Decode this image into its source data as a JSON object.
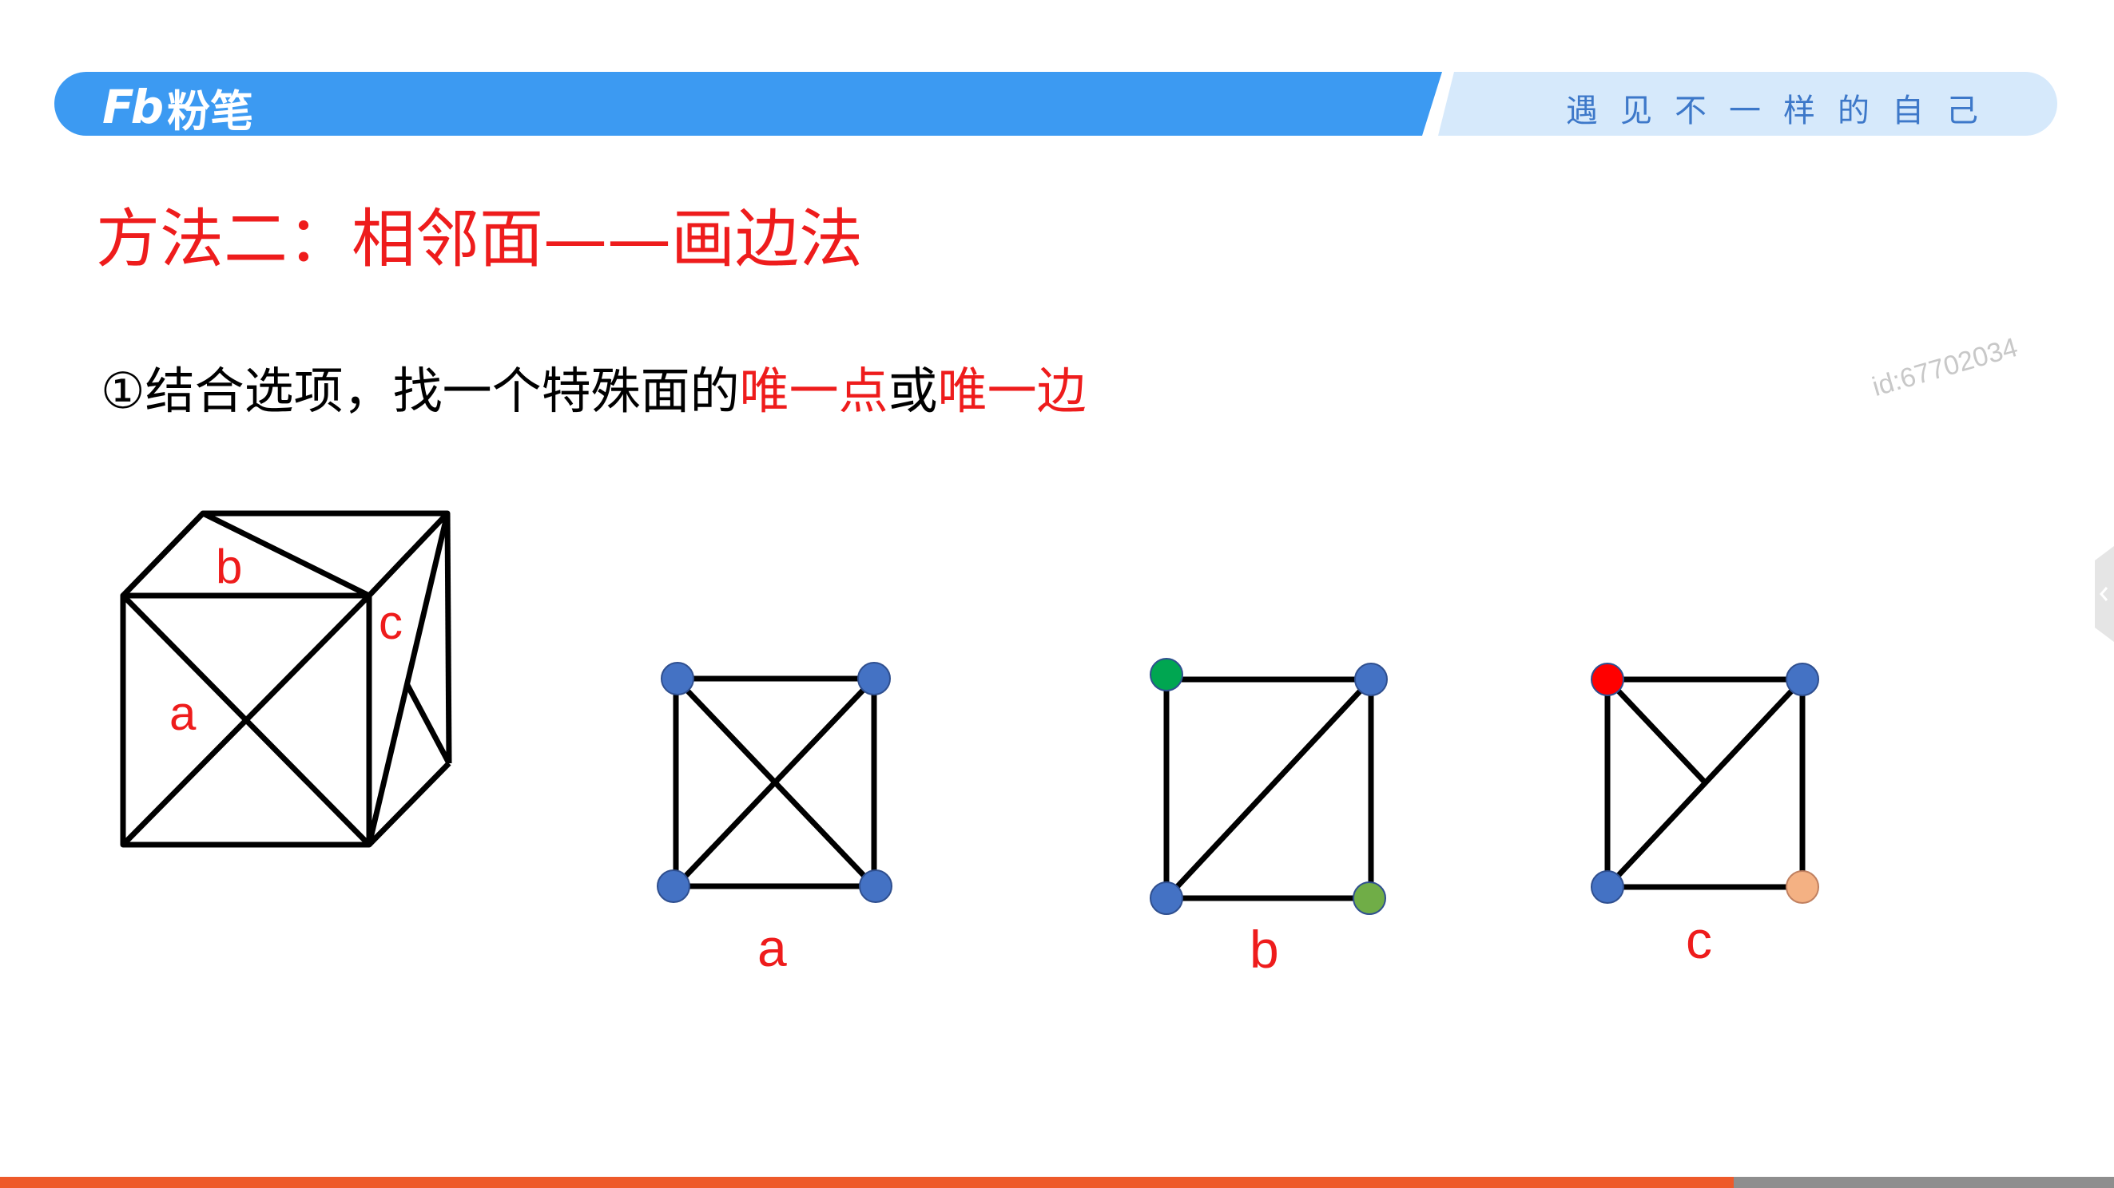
{
  "header": {
    "brand_logo": "Fb",
    "brand_name": "粉笔",
    "slogan": "遇见不一样的自己",
    "colors": {
      "primary": "#3c9af2",
      "secondary": "#d6e9fb"
    }
  },
  "title": "方法二：相邻面——画边法",
  "instruction": {
    "prefix": "①结合选项，找一个特殊面的",
    "highlight1": "唯一点",
    "middle": "或",
    "highlight2": "唯一边"
  },
  "watermark": "id:67702034",
  "cube": {
    "face_labels": [
      "a",
      "b",
      "c"
    ]
  },
  "options": [
    {
      "caption": "a",
      "vertex_colors": [
        "#4472c4",
        "#4472c4",
        "#4472c4",
        "#4472c4"
      ]
    },
    {
      "caption": "b",
      "vertex_colors": [
        "#00a651",
        "#4472c4",
        "#4472c4",
        "#70ad47"
      ]
    },
    {
      "caption": "c",
      "vertex_colors": [
        "#ff0000",
        "#4472c4",
        "#4472c4",
        "#f4b183"
      ]
    }
  ],
  "colors": {
    "accent": "#ee1c1c",
    "bottom_bar": "#ee5a2a"
  }
}
